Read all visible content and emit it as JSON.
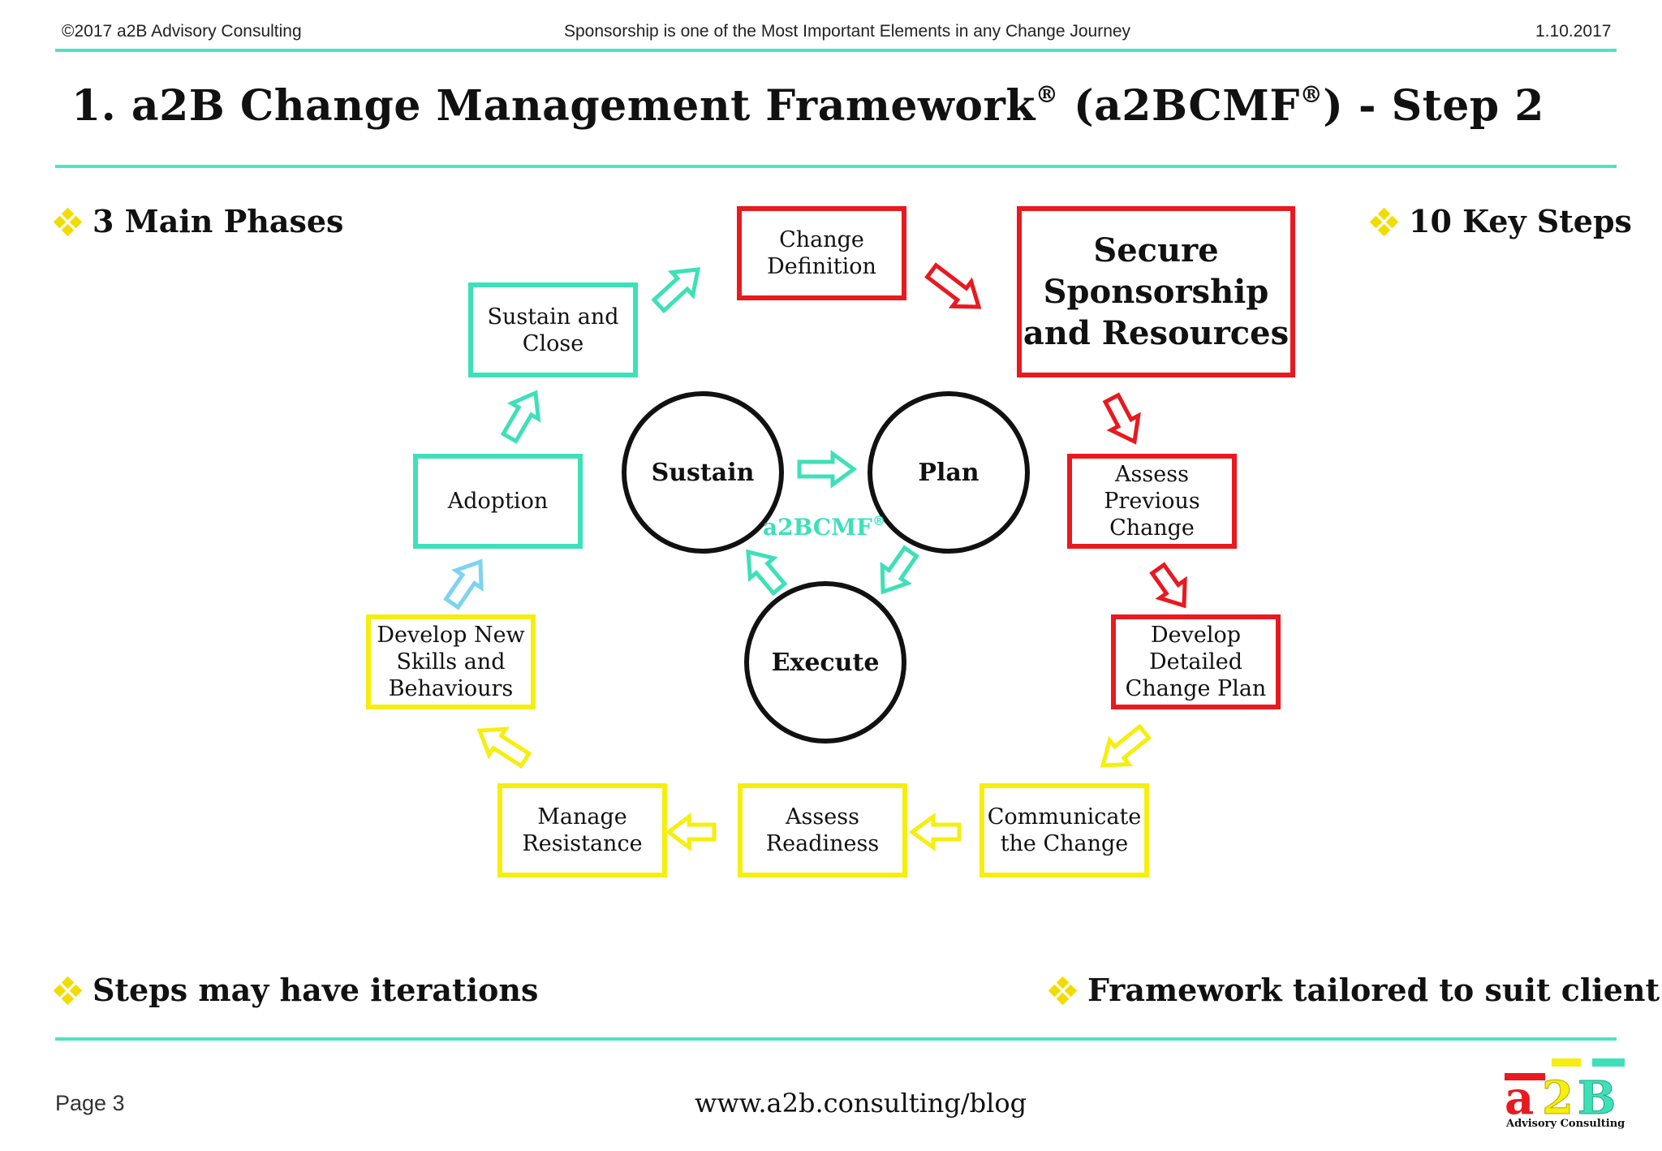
{
  "header": {
    "copyright": "©2017 a2B Advisory Consulting",
    "tagline": "Sponsorship is one of the Most Important Elements in any Change Journey",
    "date": "1.10.2017"
  },
  "title": {
    "main": "1. a2B Change Management Framework",
    "reg1": "®",
    "paren_open": " (a2BCMF",
    "reg2": "®",
    "suffix": ") - Step 2"
  },
  "bullets": {
    "top_left": "3 Main Phases",
    "top_right": "10 Key Steps",
    "bottom_left": "Steps may have iterations",
    "bottom_right": "Framework tailored to suit client"
  },
  "steps": {
    "change_definition": "Change\nDefinition",
    "secure_sponsorship": "Secure\nSponsorship\nand Resources",
    "assess_previous_change": "Assess\nPrevious\nChange",
    "develop_detailed_plan": "Develop\nDetailed\nChange Plan",
    "communicate_change": "Communicate\nthe Change",
    "assess_readiness": "Assess\nReadiness",
    "manage_resistance": "Manage\nResistance",
    "develop_new_skills": "Develop New\nSkills and\nBehaviours",
    "adoption": "Adoption",
    "sustain_and_close": "Sustain and\nClose"
  },
  "phases": {
    "sustain": "Sustain",
    "plan": "Plan",
    "execute": "Execute"
  },
  "center_label": {
    "text": "a2BCMF",
    "reg": "®"
  },
  "colors": {
    "red": "#e8191f",
    "teal": "#3ee0b8",
    "yellow": "#f6ee0e",
    "light_blue": "#7dd3f0",
    "accent_line": "#4fe3be",
    "bullet_diamond": "#f2dc00"
  },
  "footer": {
    "page": "Page 3",
    "url": "www.a2b.consulting/blog",
    "logo_text": "a2B",
    "logo_subtitle": "Advisory Consulting"
  }
}
